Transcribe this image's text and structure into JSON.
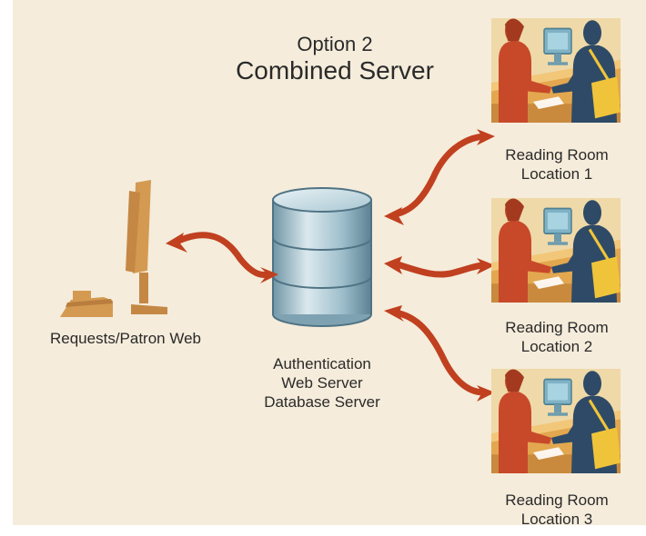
{
  "title": {
    "line1": "Option 2",
    "line2": "Combined Server"
  },
  "requests_label": "Requests/Patron Web",
  "server_label": {
    "line1": "Authentication",
    "line2": "Web Server",
    "line3": "Database Server"
  },
  "locations": [
    {
      "line1": "Reading Room",
      "line2": "Location 1"
    },
    {
      "line1": "Reading Room",
      "line2": "Location 2"
    },
    {
      "line1": "Reading Room",
      "line2": "Location 3"
    }
  ],
  "icons": [
    "computer-icon",
    "database-server-icon",
    "reading-room-icon"
  ],
  "colors": {
    "background": "#f5ecdb",
    "arrow": "#c0401f",
    "computer": "#d49a52",
    "database": "#8fb3c2",
    "librarian": "#c8482a",
    "patron": "#2e4a66",
    "bag": "#f0c43a",
    "desk": "#e7b15f"
  }
}
